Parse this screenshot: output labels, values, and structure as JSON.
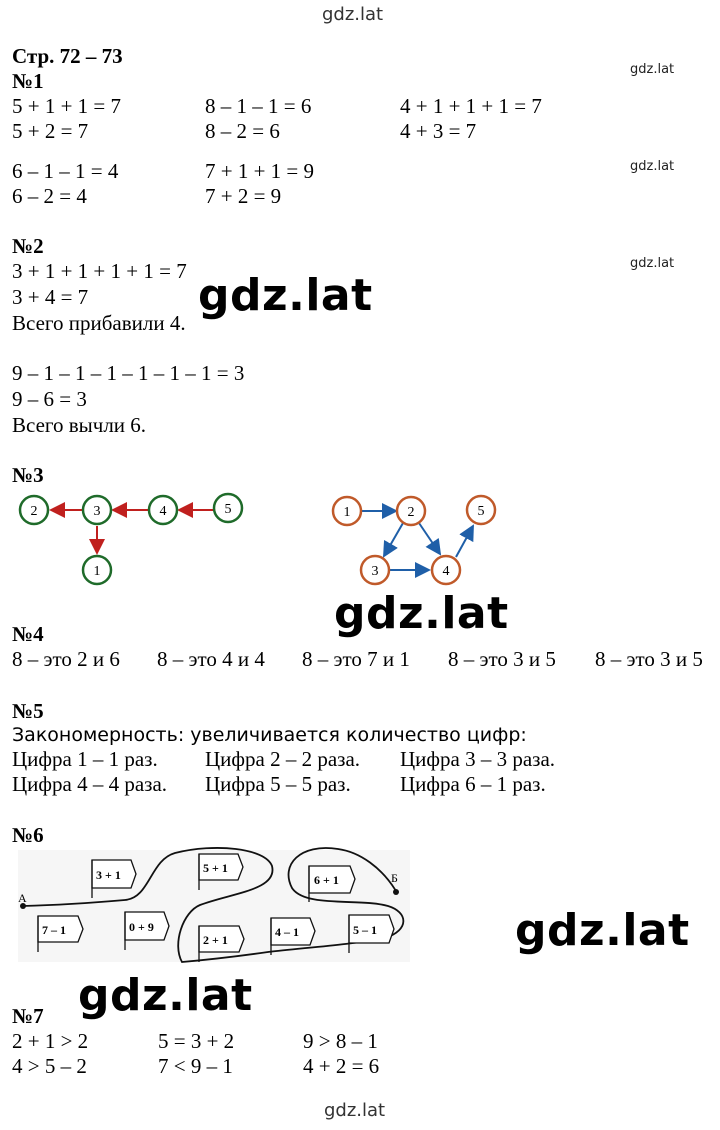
{
  "watermarks": {
    "top": "gdz.lat",
    "right1": "gdz.lat",
    "right2": "gdz.lat",
    "right3": "gdz.lat",
    "big1": "gdz.lat",
    "big2": "gdz.lat",
    "big3": "gdz.lat",
    "big4": "gdz.lat",
    "bottom": "gdz.lat"
  },
  "header": {
    "pages": "Стр. 72 – 73"
  },
  "task1": {
    "label": "№1",
    "lines": [
      [
        "5 + 1 + 1 = 7",
        "8 – 1 – 1 = 6",
        "4 + 1 + 1 + 1 = 7"
      ],
      [
        "5 + 2 = 7",
        "8 – 2 = 6",
        "4 + 3 = 7"
      ],
      [
        "6 – 1 – 1 = 4",
        "7 + 1 + 1 = 9"
      ],
      [
        "6 – 2 = 4",
        "7 + 2 = 9"
      ]
    ]
  },
  "task2": {
    "label": "№2",
    "lines": [
      "3 + 1 + 1 + 1 + 1 = 7",
      "3 + 4 = 7",
      "Всего прибавили 4.",
      "9 – 1 – 1 – 1 – 1 – 1 – 1 = 3",
      "9 – 6 = 3",
      "Всего вычли 6."
    ]
  },
  "task3": {
    "label": "№3",
    "graph1": [
      "2",
      "3",
      "4",
      "5",
      "1"
    ],
    "graph2": [
      "1",
      "2",
      "5",
      "3",
      "4"
    ],
    "colors": {
      "green": "#1f6b2a",
      "red_arrow": "#c0201e",
      "orange": "#c05a2a",
      "blue_arrow": "#1f5fa8"
    }
  },
  "task4": {
    "label": "№4",
    "items": [
      "8 – это 2 и 6",
      "8 – это 4 и 4",
      "8 – это 7 и 1",
      "8 – это 3 и 5",
      "8 – это 3 и 5"
    ]
  },
  "task5": {
    "label": "№5",
    "lines": [
      "Закономерность: увеличивается количество цифр:"
    ],
    "rows": [
      [
        "Цифра 1 – 1 раз.",
        "Цифра 2 – 2 раза.",
        "Цифра 3 – 3 раза."
      ],
      [
        "Цифра 4 – 4 раза.",
        "Цифра 5 – 5 раз.",
        "Цифра 6 – 1 раз."
      ]
    ]
  },
  "task6": {
    "label": "№6",
    "start": "А",
    "end": "Б",
    "flags": [
      "3 + 1",
      "5 + 1",
      "6 + 1",
      "7 – 1",
      "0 + 9",
      "2 + 1",
      "4 – 1",
      "5 – 1"
    ]
  },
  "task7": {
    "label": "№7",
    "rows": [
      [
        "2 + 1 > 2",
        "5 = 3 + 2",
        "9 > 8 – 1"
      ],
      [
        "4 > 5 – 2",
        "7 < 9 – 1",
        "4 + 2 = 6"
      ]
    ]
  }
}
